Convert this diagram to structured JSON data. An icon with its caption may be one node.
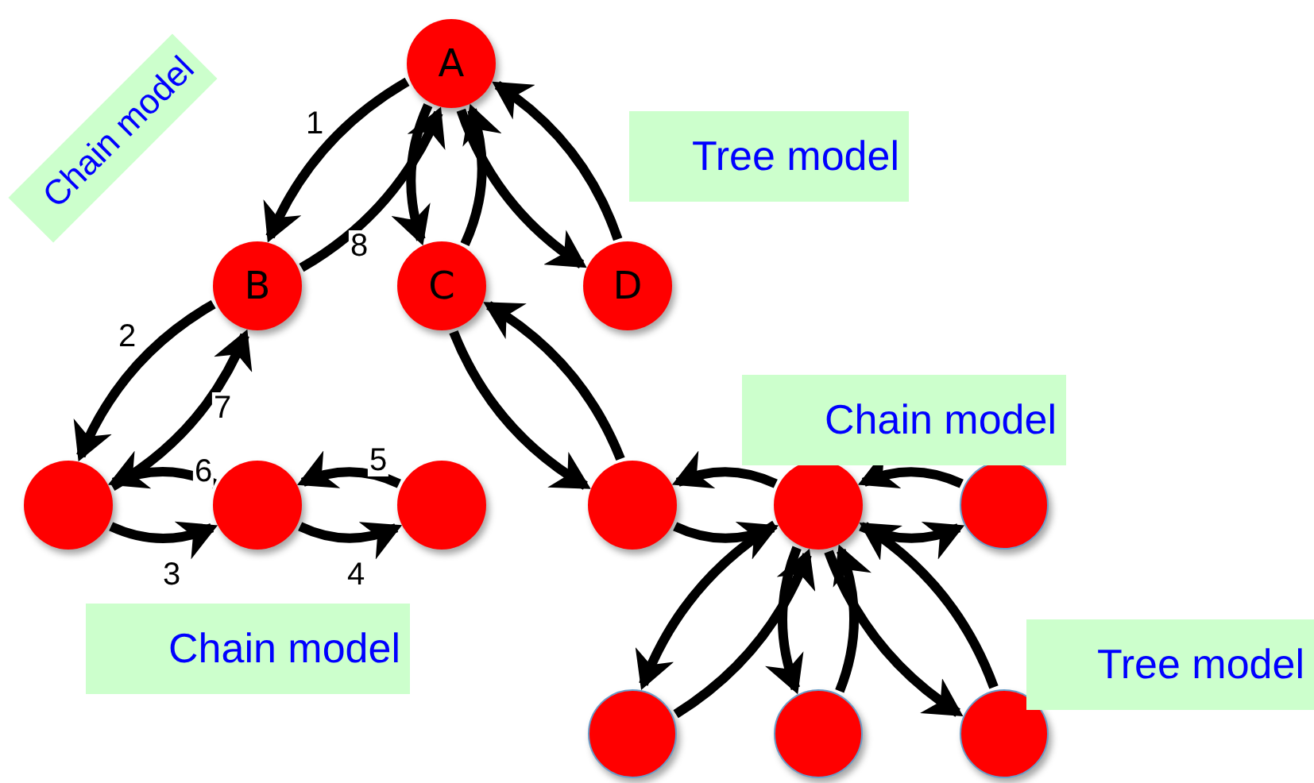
{
  "diagram": {
    "nodes": [
      {
        "text": [
          "A"
        ]
      },
      {
        "text": [
          "B"
        ]
      },
      {
        "text": [
          "C"
        ]
      },
      {
        "text": [
          "D"
        ]
      },
      {
        "text": [],
        "shape": "circle"
      },
      {
        "text": [],
        "shape": "circle"
      },
      {
        "text": [],
        "shape": "circle"
      },
      {
        "text": [],
        "shape": "circle"
      },
      {
        "text": [],
        "shape": "circle"
      },
      {
        "text": [],
        "shape": "circle"
      },
      {
        "text": [],
        "shape": "circle"
      },
      {
        "text": [],
        "shape": "circle"
      },
      {
        "text": [],
        "shape": "circle"
      },
      {
        "text": [
          "Chain model"
        ]
      },
      {
        "text": [
          "Tree model"
        ]
      },
      {
        "text": [
          "Chain model"
        ]
      },
      {
        "text": [
          "Chain model"
        ]
      },
      {
        "text": [
          "Tree model"
        ]
      }
    ],
    "edges": [
      {
        "from": 0,
        "to": 1,
        "arrow": "to",
        "label": "1"
      },
      {
        "from": 1,
        "to": 0,
        "arrow": "to",
        "label": "8"
      },
      {
        "from": 0,
        "to": 2,
        "arrow": "to"
      },
      {
        "from": 2,
        "to": 0,
        "arrow": "to"
      },
      {
        "from": 0,
        "to": 3,
        "arrow": "to"
      },
      {
        "from": 3,
        "to": 0,
        "arrow": "to"
      },
      {
        "from": 1,
        "to": 4,
        "arrow": "to",
        "label": "2"
      },
      {
        "from": 4,
        "to": 1,
        "arrow": "to",
        "label": "7"
      },
      {
        "from": 4,
        "to": 5,
        "arrow": "to",
        "label": "3"
      },
      {
        "from": 5,
        "to": 4,
        "arrow": "to",
        "label": "6"
      },
      {
        "from": 5,
        "to": 6,
        "arrow": "to",
        "label": "4"
      },
      {
        "from": 6,
        "to": 5,
        "arrow": "to",
        "label": "5"
      },
      {
        "from": 2,
        "to": 7,
        "arrow": "to"
      },
      {
        "from": 7,
        "to": 2,
        "arrow": "to"
      },
      {
        "from": 7,
        "to": 8,
        "arrow": "to"
      },
      {
        "from": 8,
        "to": 7,
        "arrow": "to"
      },
      {
        "from": 8,
        "to": 9,
        "arrow": "to"
      },
      {
        "from": 9,
        "to": 8,
        "arrow": "to"
      },
      {
        "from": 8,
        "to": 10,
        "arrow": "to"
      },
      {
        "from": 10,
        "to": 8,
        "arrow": "to"
      },
      {
        "from": 8,
        "to": 11,
        "arrow": "to"
      },
      {
        "from": 11,
        "to": 8,
        "arrow": "to"
      },
      {
        "from": 8,
        "to": 12,
        "arrow": "to"
      },
      {
        "from": 12,
        "to": 8,
        "arrow": "to"
      }
    ]
  }
}
